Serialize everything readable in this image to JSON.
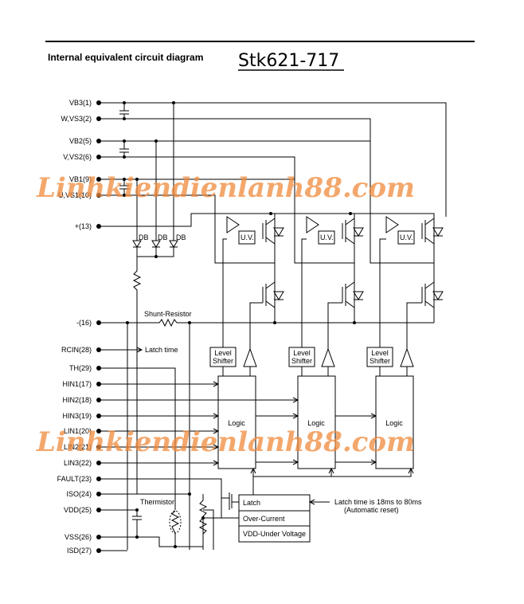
{
  "header": {
    "title": "Internal equivalent circuit diagram",
    "part_number": "Stk621-717"
  },
  "watermark": {
    "text": "Linhkiendienlanh88.com",
    "color": "#f08a3c"
  },
  "pins": [
    "VB3(1)",
    "W,VS3(2)",
    "VB2(5)",
    "V,VS2(6)",
    "VB1(9)",
    "U,VS1(10)",
    "+(13)",
    "-(16)",
    "RCIN(28)",
    "TH(29)",
    "HIN1(17)",
    "HIN2(18)",
    "HIN3(19)",
    "LIN1(20)",
    "LIN2(21)",
    "LIN3(22)",
    "FAULT(23)",
    "ISO(24)",
    "VDD(25)",
    "VSS(26)",
    "ISD(27)"
  ],
  "labels": {
    "db": "DB",
    "uv": "U.V.",
    "shunt": "Shunt-Resistor",
    "latch_time": "Latch time",
    "level": "Level",
    "shifter": "Shifter",
    "logic": "Logic",
    "thermistor": "Thermistor",
    "latch": "Latch",
    "over_current": "Over-Current",
    "vdd_under_voltage": "VDD-Under Voltage",
    "latch_note_1": "Latch time is 18ms to 80ms",
    "latch_note_2": "(Automatic reset)"
  }
}
